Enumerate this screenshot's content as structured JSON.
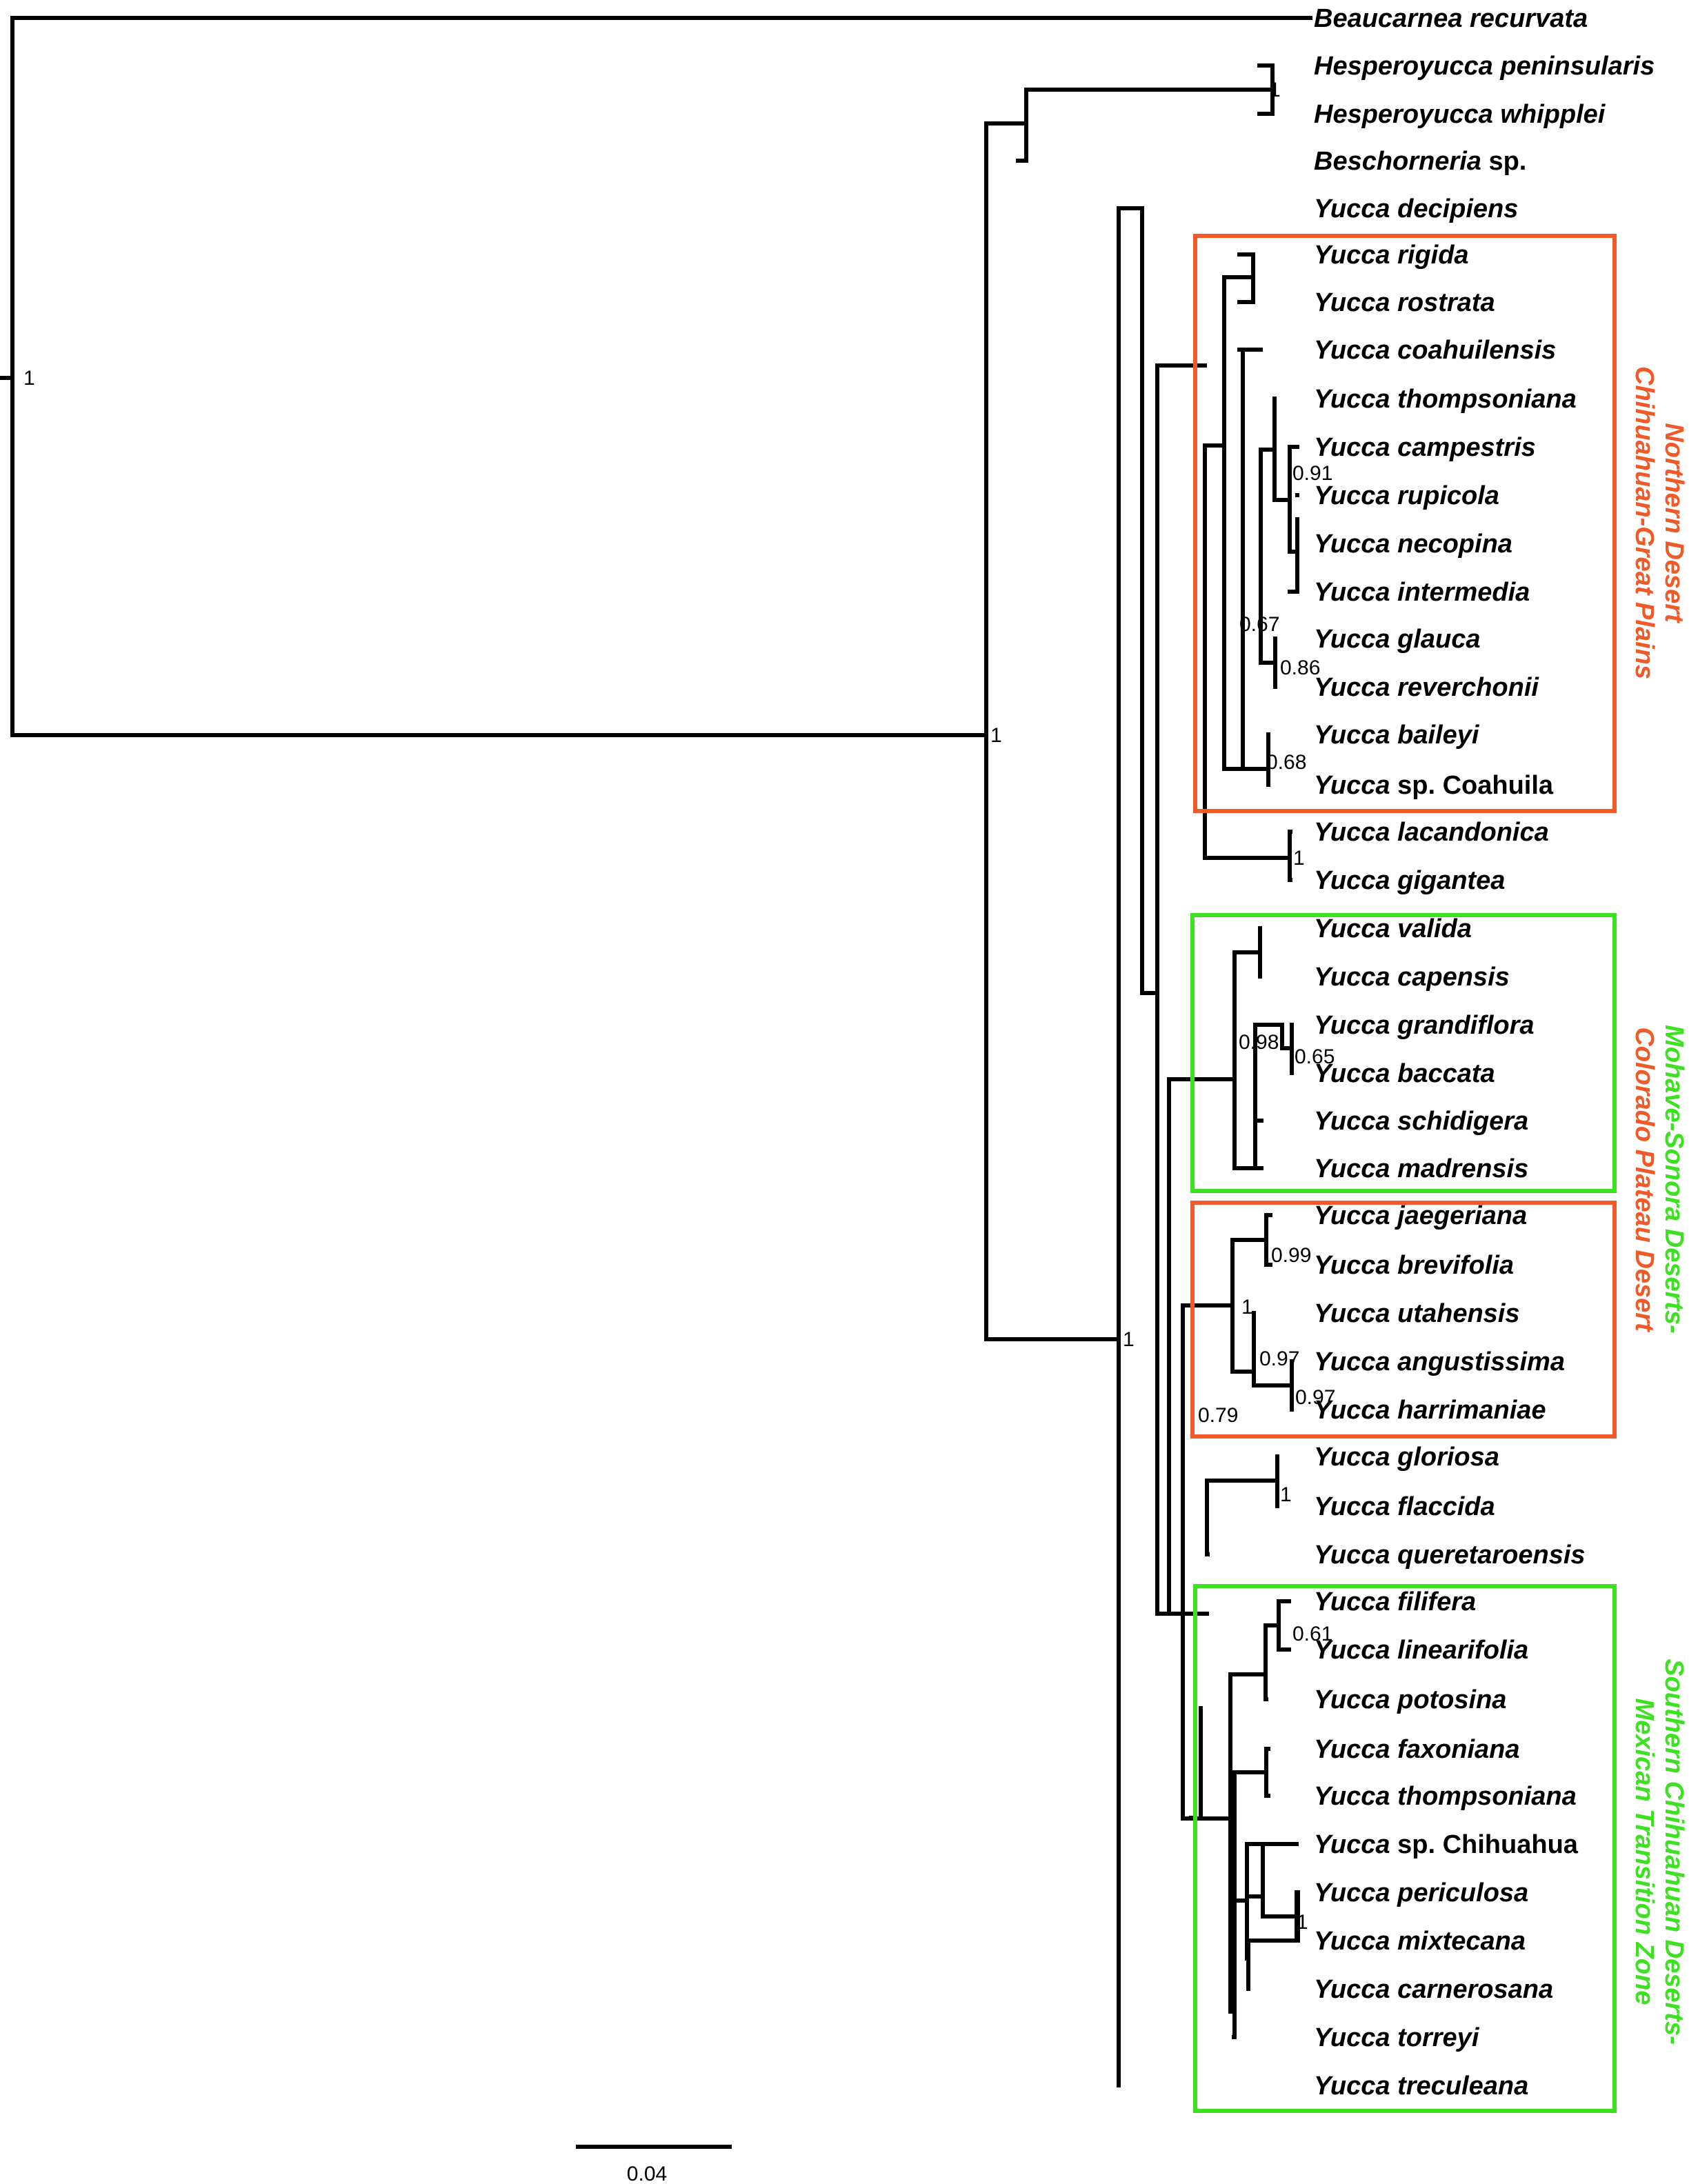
{
  "figure": {
    "tips": [
      {
        "genus": "Beaucarnea recurvata",
        "rest": ""
      },
      {
        "genus": "Hesperoyucca peninsularis",
        "rest": ""
      },
      {
        "genus": "Hesperoyucca whipplei",
        "rest": ""
      },
      {
        "genus": "Beschorneria",
        "rest": " sp."
      },
      {
        "genus": "Yucca decipiens",
        "rest": ""
      },
      {
        "genus": "Yucca rigida",
        "rest": ""
      },
      {
        "genus": "Yucca rostrata",
        "rest": ""
      },
      {
        "genus": "Yucca coahuilensis",
        "rest": ""
      },
      {
        "genus": "Yucca thompsoniana",
        "rest": ""
      },
      {
        "genus": "Yucca campestris",
        "rest": ""
      },
      {
        "genus": "Yucca rupicola",
        "rest": ""
      },
      {
        "genus": "Yucca necopina",
        "rest": ""
      },
      {
        "genus": "Yucca intermedia",
        "rest": ""
      },
      {
        "genus": "Yucca glauca",
        "rest": ""
      },
      {
        "genus": "Yucca reverchonii",
        "rest": ""
      },
      {
        "genus": "Yucca baileyi",
        "rest": ""
      },
      {
        "genus": "Yucca",
        "rest": " sp. Coahuila"
      },
      {
        "genus": "Yucca lacandonica",
        "rest": ""
      },
      {
        "genus": "Yucca gigantea",
        "rest": ""
      },
      {
        "genus": "Yucca valida",
        "rest": ""
      },
      {
        "genus": "Yucca capensis",
        "rest": ""
      },
      {
        "genus": "Yucca grandiflora",
        "rest": ""
      },
      {
        "genus": "Yucca baccata",
        "rest": ""
      },
      {
        "genus": "Yucca schidigera",
        "rest": ""
      },
      {
        "genus": "Yucca madrensis",
        "rest": ""
      },
      {
        "genus": "Yucca jaegeriana",
        "rest": ""
      },
      {
        "genus": "Yucca brevifolia",
        "rest": ""
      },
      {
        "genus": "Yucca utahensis",
        "rest": ""
      },
      {
        "genus": "Yucca angustissima",
        "rest": ""
      },
      {
        "genus": "Yucca harrimaniae",
        "rest": ""
      },
      {
        "genus": "Yucca gloriosa",
        "rest": ""
      },
      {
        "genus": "Yucca flaccida",
        "rest": ""
      },
      {
        "genus": "Yucca queretaroensis",
        "rest": ""
      },
      {
        "genus": "Yucca filifera",
        "rest": ""
      },
      {
        "genus": "Yucca linearifolia",
        "rest": ""
      },
      {
        "genus": "Yucca potosina",
        "rest": ""
      },
      {
        "genus": "Yucca faxoniana",
        "rest": ""
      },
      {
        "genus": "Yucca thompsoniana",
        "rest": ""
      },
      {
        "genus": "Yucca",
        "rest": " sp. Chihuahua"
      },
      {
        "genus": "Yucca periculosa",
        "rest": ""
      },
      {
        "genus": "Yucca mixtecana",
        "rest": ""
      },
      {
        "genus": "Yucca carnerosana",
        "rest": ""
      },
      {
        "genus": "Yucca torreyi",
        "rest": ""
      },
      {
        "genus": "Yucca treculeana",
        "rest": ""
      }
    ],
    "supports": [
      "1",
      "1",
      "1",
      "1",
      "0.91",
      "0.67",
      "0.86",
      "0.68",
      "1",
      "0.98",
      "0.65",
      "0.99",
      "1",
      "0.97",
      "0.97",
      "0.79",
      "1",
      "0.61",
      "1"
    ],
    "clades": [
      {
        "line1": "Northern Desert",
        "line2": "Chihuahuan-Great Plains",
        "color": "#f05a28"
      },
      {
        "line1": "Mohave-Sonora Deserts-",
        "line2": "",
        "color": "#3ee022"
      },
      {
        "line1": "",
        "line2": "Colorado Plateau Desert",
        "color": "#f05a28"
      },
      {
        "line1": "Southern Chihuahuan Deserts-",
        "line2": "Mexican Transition Zone",
        "color": "#3ee022"
      }
    ],
    "scale_bar": {
      "label": "0.04"
    }
  }
}
